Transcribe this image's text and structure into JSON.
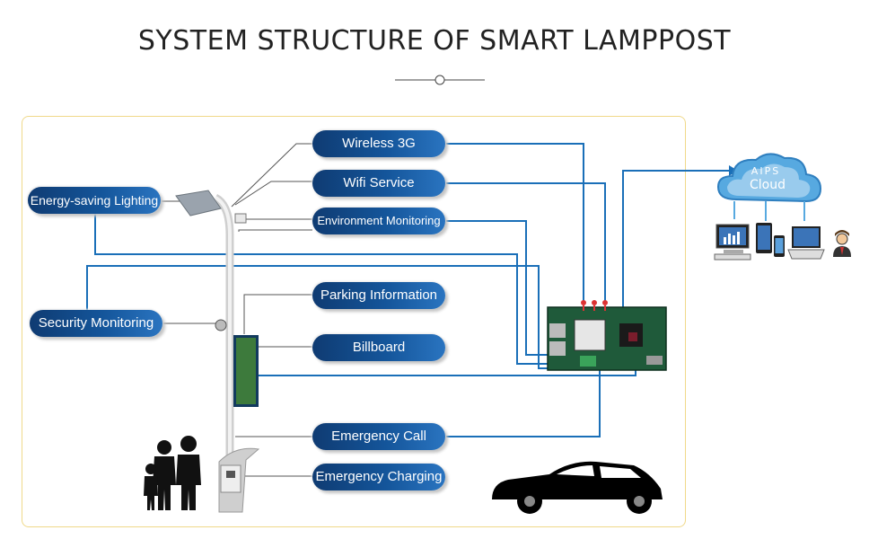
{
  "page": {
    "title": "SYSTEM STRUCTURE OF SMART LAMPPOST"
  },
  "labels": {
    "wireless": "Wireless 3G",
    "wifi": "Wifi Service",
    "environment": "Environment Monitoring",
    "parking": "Parking Information",
    "billboard": "Billboard",
    "emergency_call": "Emergency Call",
    "emergency_charging": "Emergency Charging",
    "lighting": "Energy-saving Lighting",
    "security": "Security Monitoring"
  },
  "cloud": {
    "brand": "AIPS",
    "label": "Cloud"
  },
  "colors": {
    "accent": "#1a6fb8",
    "pill": "#14559a",
    "panel_border": "#f0d98a",
    "leader": "#555555"
  }
}
